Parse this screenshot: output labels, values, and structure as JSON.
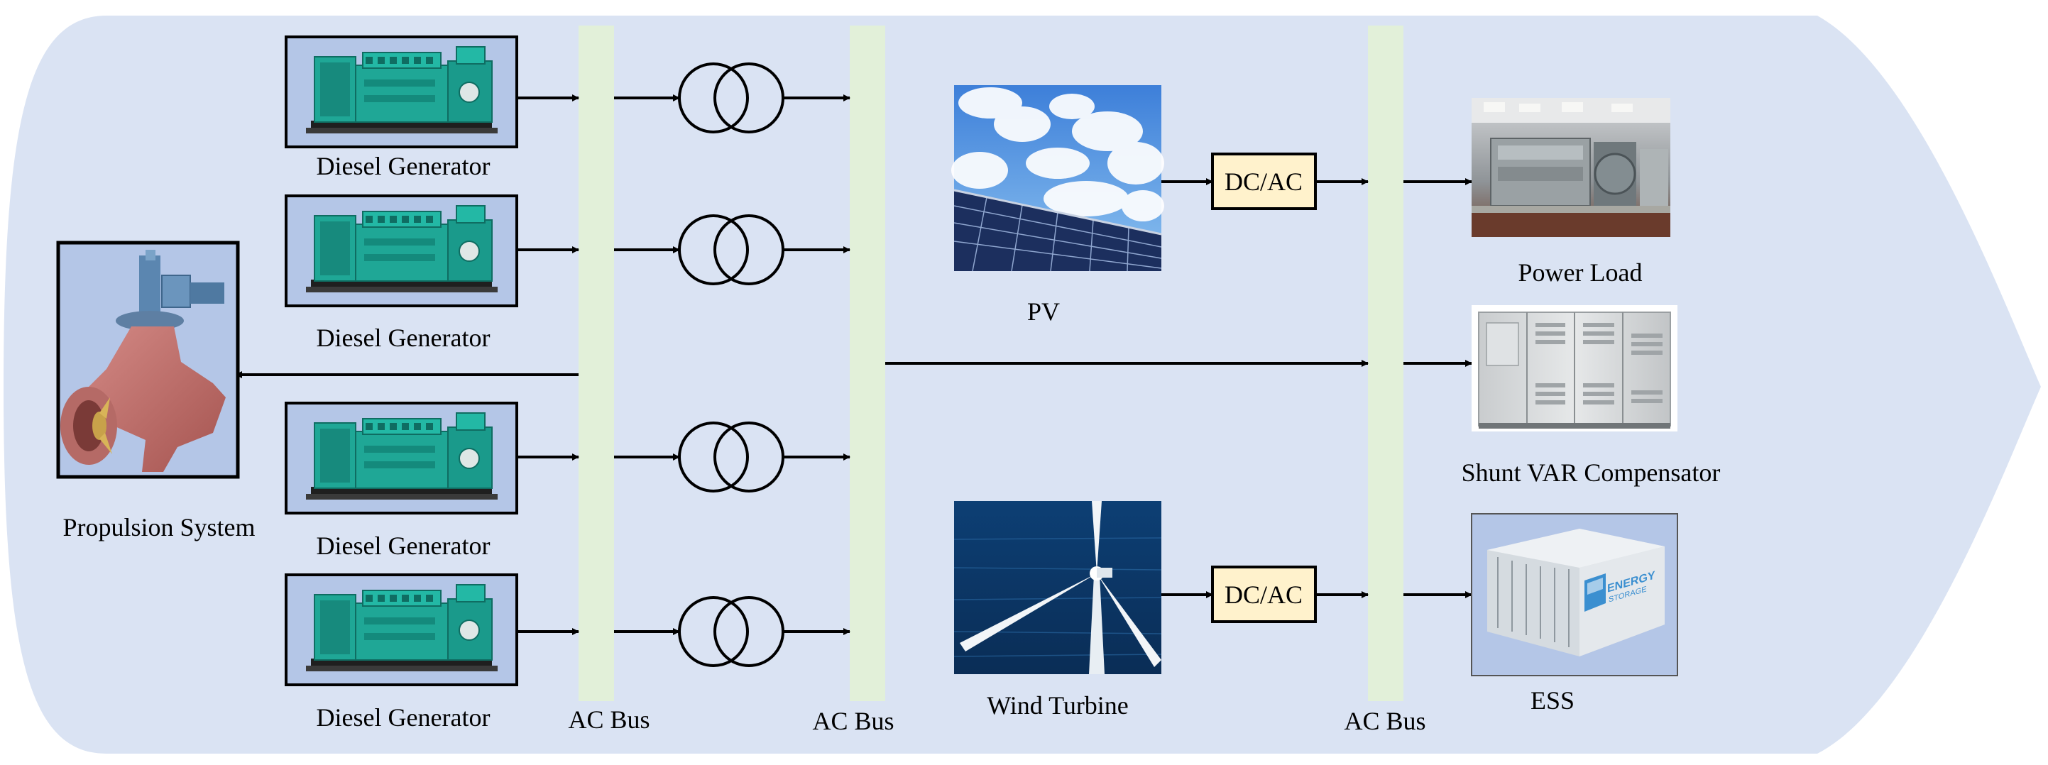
{
  "diagram": {
    "colors": {
      "hull": "#dae3f3",
      "bus": "#e2f0d9",
      "converter": "#fff2cc",
      "generator_bg": "#b4c6e7",
      "engine": "#1fa796",
      "stroke": "#000000"
    },
    "generators": [
      {
        "label": "Diesel Generator"
      },
      {
        "label": "Diesel Generator"
      },
      {
        "label": "Diesel Generator"
      },
      {
        "label": "Diesel Generator"
      }
    ],
    "buses": [
      {
        "label": "AC Bus"
      },
      {
        "label": "AC Bus"
      },
      {
        "label": "AC Bus"
      }
    ],
    "propulsion": {
      "label": "Propulsion System"
    },
    "pv": {
      "label": "PV"
    },
    "wind": {
      "label": "Wind  Turbine"
    },
    "converters": [
      {
        "label": "DC/AC"
      },
      {
        "label": "DC/AC"
      }
    ],
    "loads": [
      {
        "label": "Power Load"
      },
      {
        "label": "Shunt VAR Compensator"
      },
      {
        "label": "ESS"
      }
    ],
    "ess_logo": {
      "line1": "ENERGY",
      "line2": "STORAGE"
    }
  }
}
